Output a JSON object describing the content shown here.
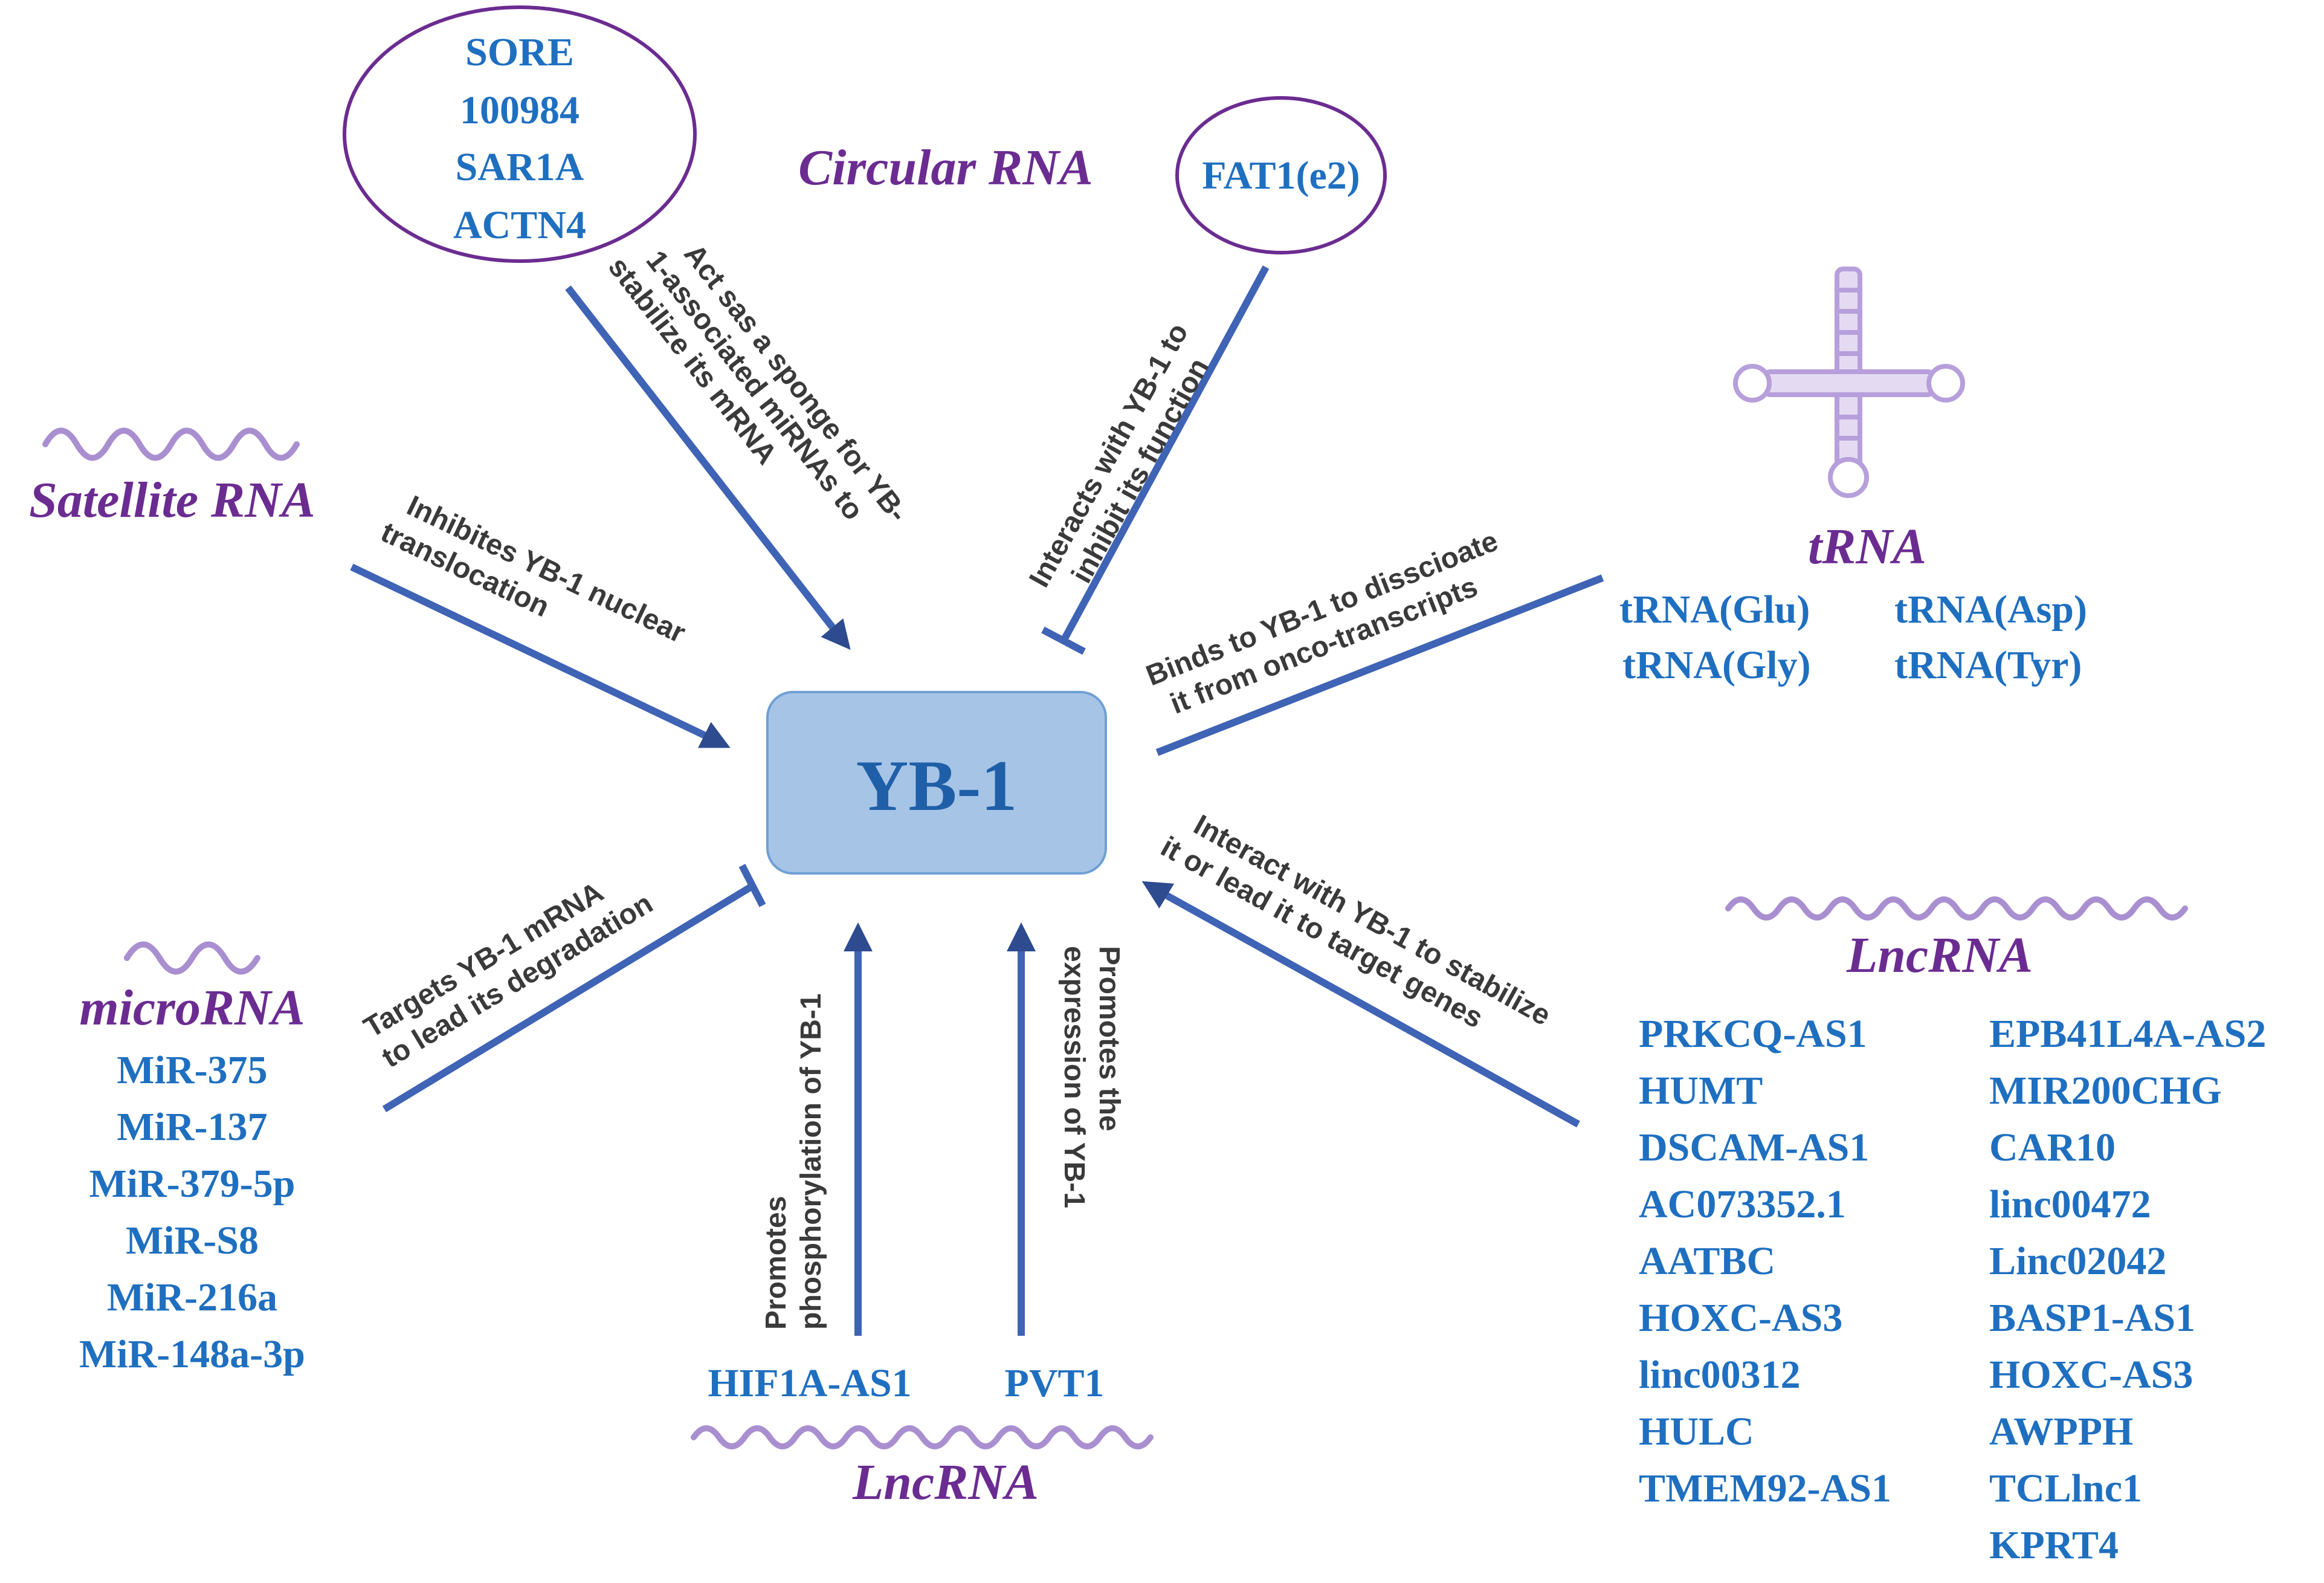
{
  "center": {
    "label": "YB-1",
    "fill": "#A6C4E6",
    "stroke": "#6F9FD4",
    "text_color": "#1F5FA8"
  },
  "colors": {
    "category": "#6B2C91",
    "item": "#1F6FC0",
    "annotation": "#3A3A3A",
    "connector": "#3F63B5",
    "wave": "#A98FD0"
  },
  "circular_rna": {
    "title": "Circular RNA",
    "oval_items": [
      "SORE",
      "100984",
      "SAR1A",
      "ACTN4"
    ],
    "fat1": "FAT1(e2)",
    "sponge_note": [
      "Act sas a sponge for YB-",
      "1-associated miRNAs to",
      "stabilize its mRNA"
    ],
    "inhibit_note": [
      "Interacts with YB-1 to",
      "inhibit its function"
    ]
  },
  "satellite_rna": {
    "title": "Satellite RNA",
    "note": [
      "Inhibites YB-1 nuclear",
      "translocation"
    ]
  },
  "trna": {
    "title": "tRNA",
    "icon": "trna-cloverleaf-icon",
    "items": [
      "tRNA(Glu)",
      "tRNA(Asp)",
      "tRNA(Gly)",
      "tRNA(Tyr)"
    ],
    "note": [
      "Binds to YB-1 to disscioate",
      "it from onco-transcripts"
    ]
  },
  "microrna": {
    "title": "microRNA",
    "items": [
      "MiR-375",
      "MiR-137",
      "MiR-379-5p",
      "MiR-S8",
      "MiR-216a",
      "MiR-148a-3p"
    ],
    "note": [
      "Targets YB-1 mRNA",
      "to lead its degradation"
    ]
  },
  "lncrna_bottom": {
    "title": "LncRNA",
    "items": [
      "HIF1A-AS1",
      "PVT1"
    ],
    "note_hif": [
      "Promotes",
      "phosphorylation of YB-1"
    ],
    "note_pvt": [
      "Promotes  the",
      "expression of YB-1"
    ]
  },
  "lncrna_right": {
    "title": "LncRNA",
    "col1": [
      "PRKCQ-AS1",
      "HUMT",
      "DSCAM-AS1",
      "AC073352.1",
      "AATBC",
      "HOXC-AS3",
      "linc00312",
      "HULC",
      "TMEM92-AS1"
    ],
    "col2": [
      "EPB41L4A-AS2",
      "MIR200CHG",
      "CAR10",
      "linc00472",
      "Linc02042",
      "BASP1-AS1",
      "HOXC-AS3",
      "AWPPH",
      "TCLlnc1",
      "KPRT4"
    ],
    "note": [
      "Interact with YB-1 to stabilize",
      "it or lead it to target genes"
    ]
  }
}
